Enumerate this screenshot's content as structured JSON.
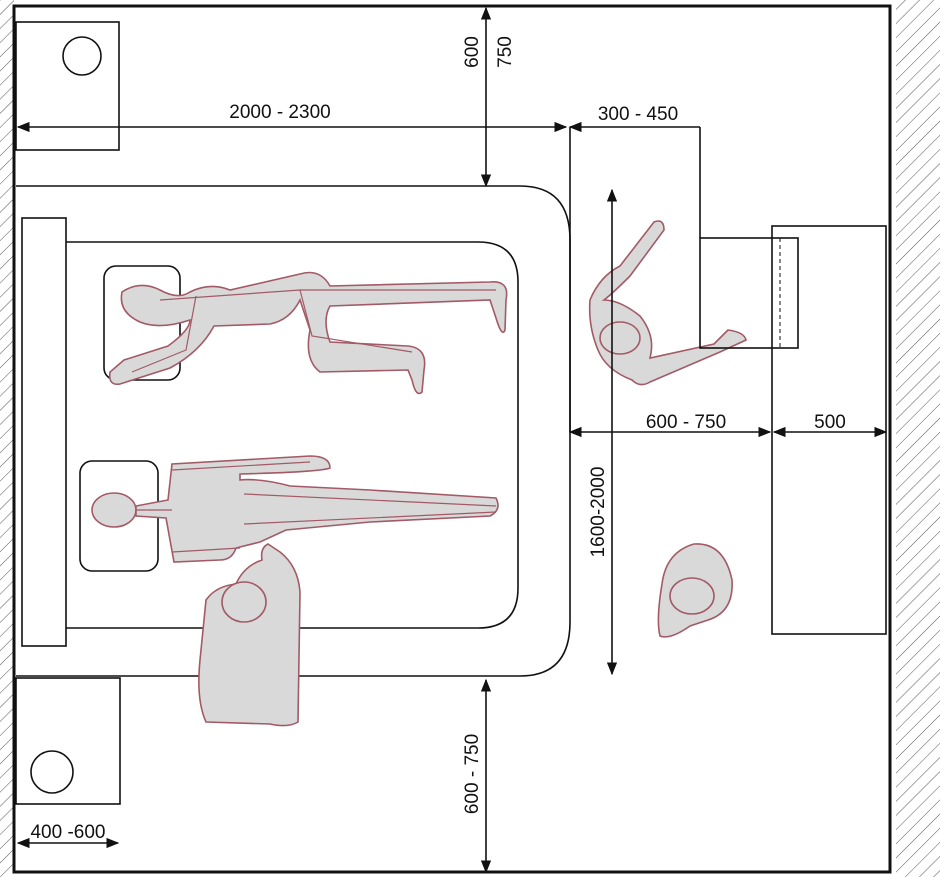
{
  "dimensions": {
    "top_clearance_a": "600",
    "top_clearance_b": "750",
    "bed_length": "2000 - 2300",
    "desk_gap": "300 - 450",
    "side_clearance": "600 - 750",
    "wardrobe_depth": "500",
    "bed_width": "1600-2000",
    "bottom_clearance": "600 - 750",
    "nightstand_width": "400 -600"
  },
  "colors": {
    "outline": "#111111",
    "figure_fill": "#d9d9d9",
    "figure_stroke": "#a25a66",
    "wall_hatch": "#555555"
  }
}
